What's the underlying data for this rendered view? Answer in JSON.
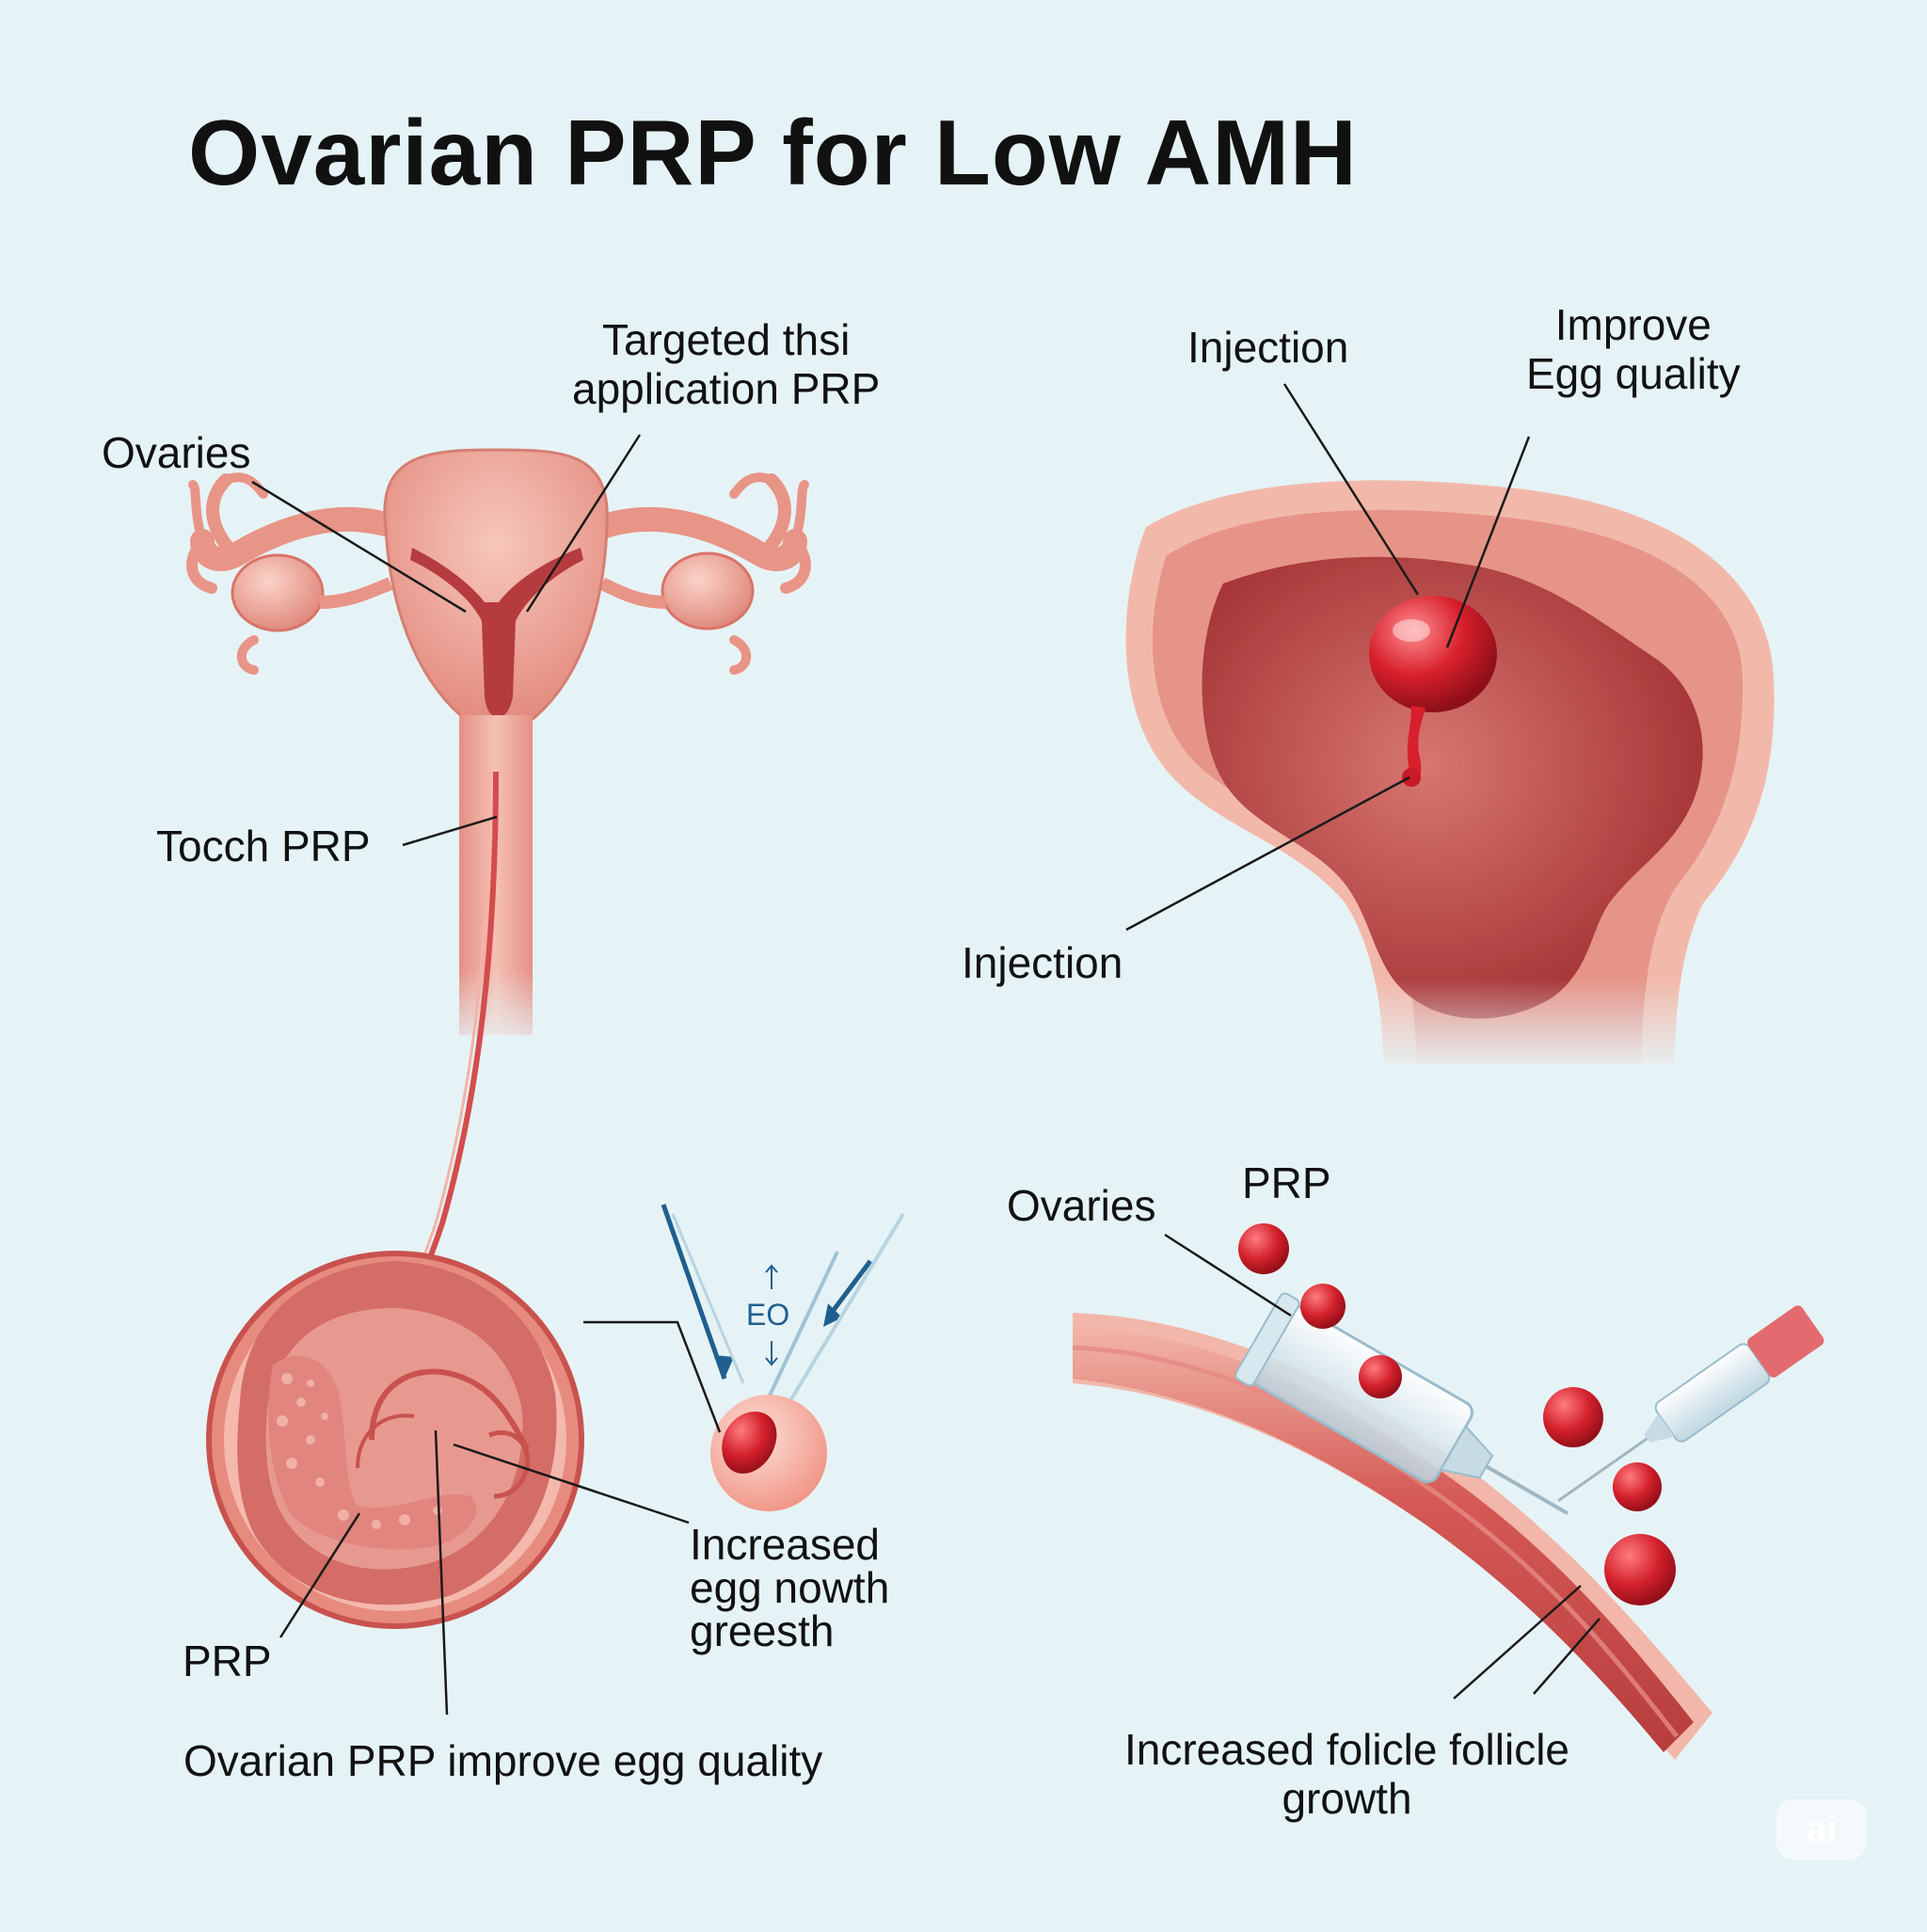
{
  "title": "Ovarian PRP for Low AMH",
  "labels": {
    "targeted": "Targeted thsi\napplication PRP",
    "ovaries_top": "Ovaries",
    "tocch_prp": "Tocch PRP",
    "injection_top": "Injection",
    "improve_egg": "Improve\nEgg quality",
    "injection_mid": "Injection",
    "eo_mark": "EO",
    "increased_egg": "Increased\negg nowth\ngreesth",
    "prp_bottom_left": "PRP",
    "ovarian_improve": "Ovarian PRP improve egg quality",
    "ovaries_bottom": "Ovaries",
    "prp_bottom_right": "PRP",
    "increased_follicle": "Increased folicle follicle\ngrowth"
  },
  "watermark": "ai",
  "colors": {
    "background": "#e6f3f6",
    "tissue": "#eea598",
    "tissue_dark": "#c9524e",
    "blood": "#d62d36",
    "needle_blue": "#1f5f8f"
  }
}
